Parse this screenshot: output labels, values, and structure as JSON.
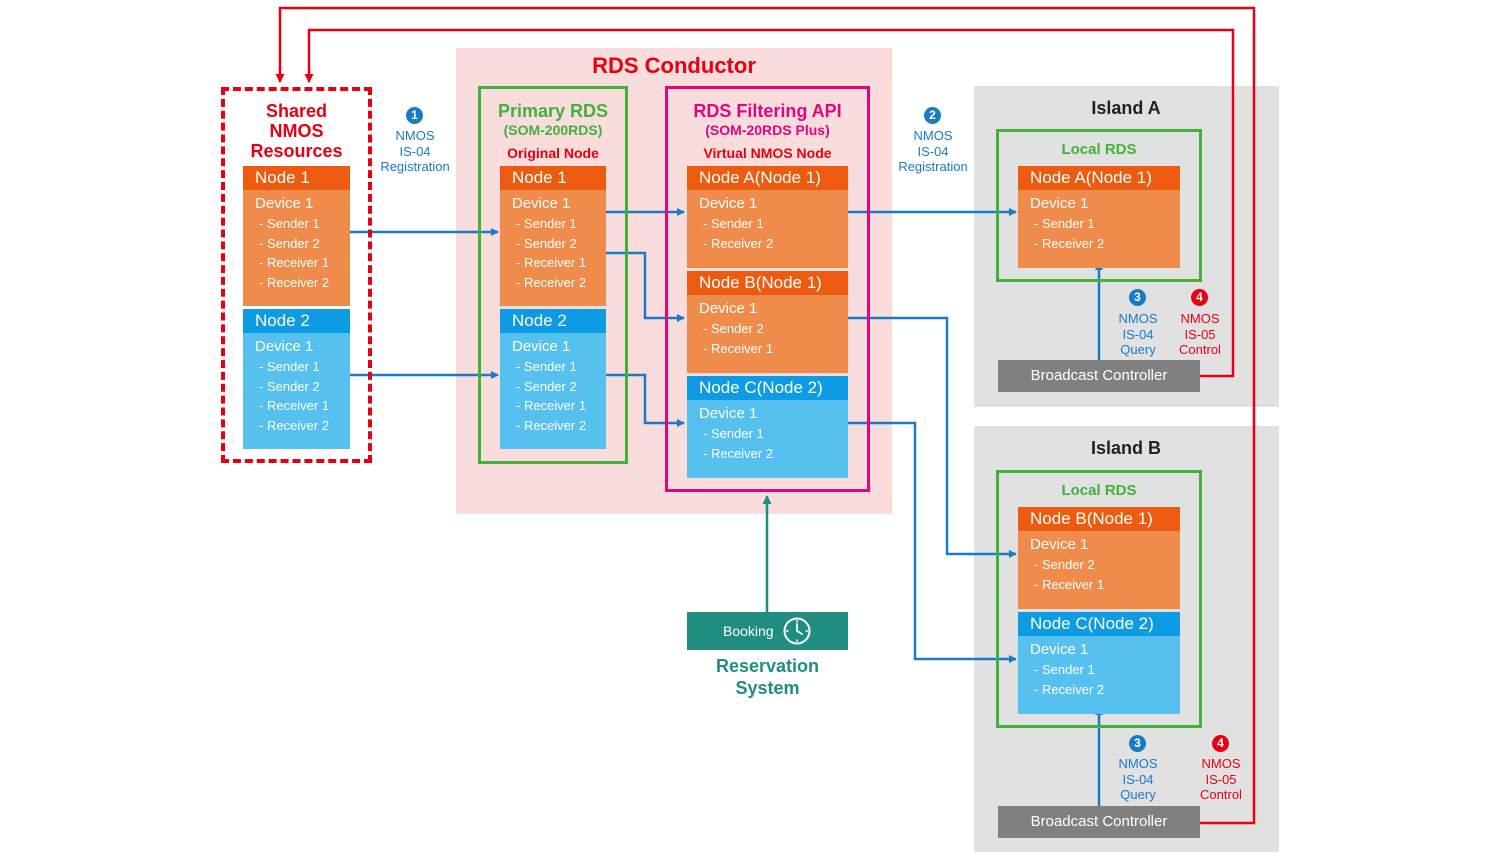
{
  "shared": {
    "title": [
      "Shared",
      "NMOS",
      "Resources"
    ],
    "nodes": [
      {
        "name": "Node 1",
        "device": "Device 1",
        "items": [
          "- Sender 1",
          "- Sender 2",
          "- Receiver 1",
          "- Receiver 2"
        ]
      },
      {
        "name": "Node 2",
        "device": "Device 1",
        "items": [
          "- Sender 1",
          "- Sender 2",
          "- Receiver 1",
          "- Receiver 2"
        ]
      }
    ]
  },
  "step1": {
    "badge": "1",
    "lines": [
      "NMOS",
      "IS-04",
      "Registration"
    ]
  },
  "conductor": {
    "title": "RDS Conductor"
  },
  "primary": {
    "title": "Primary RDS",
    "subtitle": "(SOM-200RDS)",
    "label": "Original Node",
    "nodes": [
      {
        "name": "Node 1",
        "device": "Device 1",
        "items": [
          "- Sender 1",
          "- Sender 2",
          "- Receiver 1",
          "- Receiver 2"
        ]
      },
      {
        "name": "Node 2",
        "device": "Device 1",
        "items": [
          "- Sender 1",
          "- Sender 2",
          "- Receiver 1",
          "- Receiver 2"
        ]
      }
    ]
  },
  "filtering": {
    "title": "RDS Filtering API",
    "subtitle": "(SOM-20RDS Plus)",
    "label": "Virtual NMOS Node",
    "nodes": [
      {
        "name": "Node A(Node 1)",
        "device": "Device 1",
        "items": [
          "- Sender 1",
          "- Receiver 2"
        ]
      },
      {
        "name": "Node B(Node 1)",
        "device": "Device 1",
        "items": [
          "- Sender 2",
          "- Receiver 1"
        ]
      },
      {
        "name": "Node C(Node 2)",
        "device": "Device 1",
        "items": [
          "- Sender 1",
          "- Receiver 2"
        ]
      }
    ]
  },
  "step2": {
    "badge": "2",
    "lines": [
      "NMOS",
      "IS-04",
      "Registration"
    ]
  },
  "islandA": {
    "title": "Island A",
    "local": "Local RDS",
    "nodes": [
      {
        "name": "Node A(Node 1)",
        "device": "Device 1",
        "items": [
          "- Sender 1",
          "- Receiver 2"
        ]
      }
    ],
    "step3": {
      "badge": "3",
      "lines": [
        "NMOS",
        "IS-04",
        "Query"
      ]
    },
    "step4": {
      "badge": "4",
      "lines": [
        "NMOS",
        "IS-05",
        "Control"
      ]
    },
    "controller": "Broadcast Controller"
  },
  "islandB": {
    "title": "Island B",
    "local": "Local RDS",
    "nodes": [
      {
        "name": "Node B(Node 1)",
        "device": "Device 1",
        "items": [
          "- Sender 2",
          "- Receiver 1"
        ]
      },
      {
        "name": "Node C(Node 2)",
        "device": "Device 1",
        "items": [
          "- Sender 1",
          "- Receiver 2"
        ]
      }
    ],
    "step3": {
      "badge": "3",
      "lines": [
        "NMOS",
        "IS-04",
        "Query"
      ]
    },
    "step4": {
      "badge": "4",
      "lines": [
        "NMOS",
        "IS-05",
        "Control"
      ]
    },
    "controller": "Broadcast Controller"
  },
  "reservation": {
    "booking": "Booking",
    "title": [
      "Reservation",
      "System"
    ]
  },
  "colors": {
    "blue_arrow": "#1a7bc4",
    "red_arrow": "#e60012",
    "teal": "#1f8d80",
    "green": "#43b03c",
    "magenta": "#e4047f"
  }
}
